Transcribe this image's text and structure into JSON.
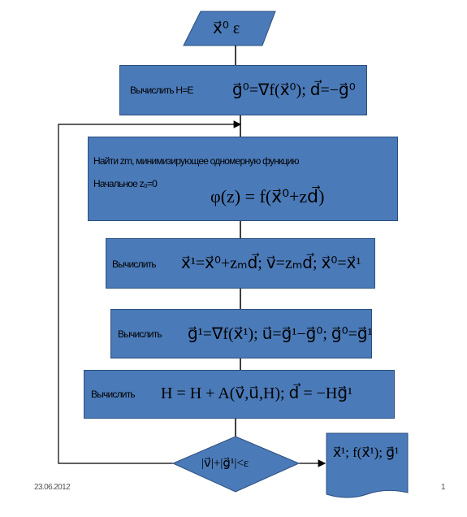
{
  "input": {
    "text": "x⃗⁰  ε"
  },
  "step1": {
    "label": "Вычислить H=E",
    "formula": "g⃗⁰=∇f(x⃗⁰);  d⃗=−g⃗⁰"
  },
  "step2": {
    "line1": "Найти zm, минимизирующее одномерную функцию",
    "line2": "Начальное z₀=0",
    "formula": "φ(z) = f(x⃗⁰+zd⃗)"
  },
  "step3": {
    "label": "Вычислить",
    "formula": "x⃗¹=x⃗⁰+zₘd⃗;  v⃗=zₘd⃗;  x⃗⁰=x⃗¹"
  },
  "step4": {
    "label": "Вычислить",
    "formula": "g⃗¹=∇f(x⃗¹);  u⃗=g⃗¹−g⃗⁰;  g⃗⁰=g⃗¹"
  },
  "step5": {
    "label": "Вычислить",
    "formula": "H = H + A(v⃗,u⃗,H);  d⃗ = −Hg⃗¹"
  },
  "decision": {
    "text": "|v⃗|+|g⃗¹|<ε"
  },
  "output": {
    "text": "x⃗¹;  f(x⃗¹);  g⃗¹"
  },
  "footer": {
    "date": "23.06.2012",
    "page": "1"
  },
  "colors": {
    "fill": "#4a7ab8",
    "stroke": "#2c4f80"
  }
}
